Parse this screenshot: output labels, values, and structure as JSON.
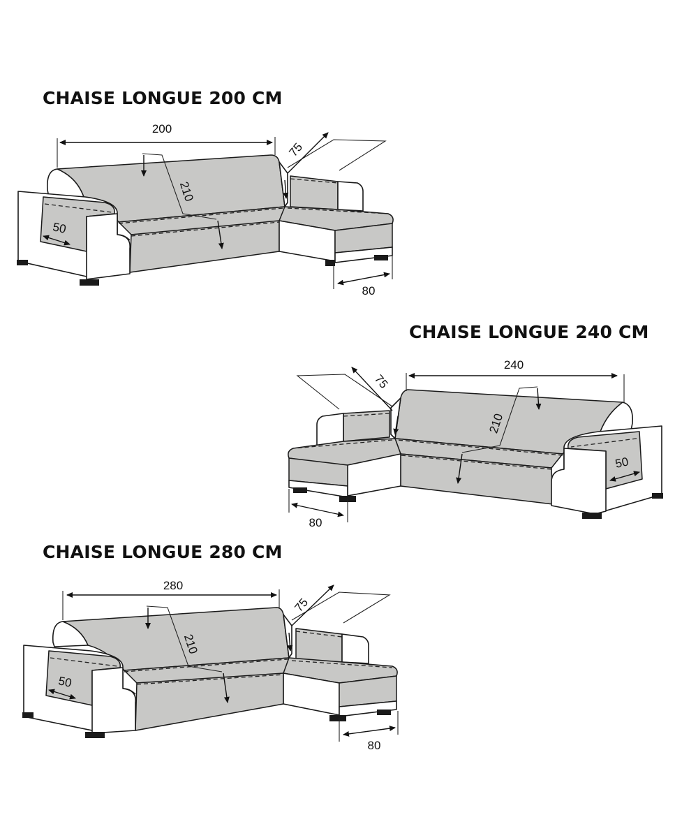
{
  "diagrams": [
    {
      "title": "CHAISE LONGUE 200 CM",
      "dims": {
        "width": "200",
        "depth": "210",
        "arm": "50",
        "back": "75",
        "chaise": "80"
      }
    },
    {
      "title": "CHAISE LONGUE 240 CM",
      "dims": {
        "width": "240",
        "depth": "210",
        "arm": "50",
        "back": "75",
        "chaise": "80"
      }
    },
    {
      "title": "CHAISE LONGUE 280 CM",
      "dims": {
        "width": "280",
        "depth": "210",
        "arm": "50",
        "back": "75",
        "chaise": "80"
      }
    }
  ]
}
